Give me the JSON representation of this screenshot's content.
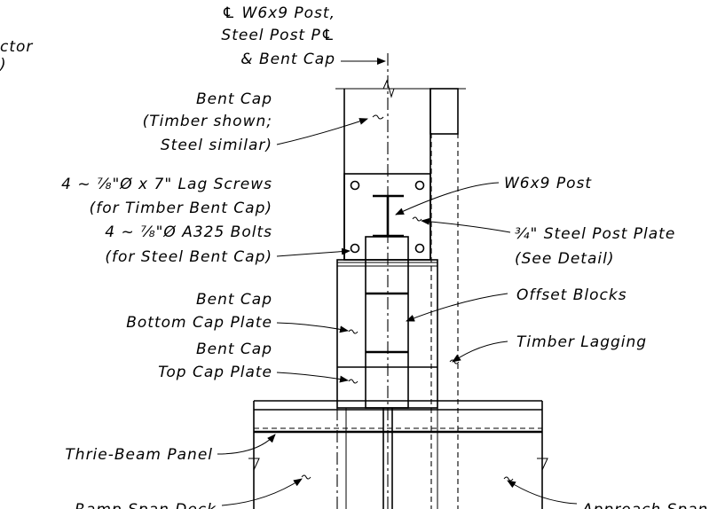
{
  "labels": {
    "top_left_clip_1": "ctor",
    "top_left_clip_2": ")",
    "centerline_1": "℄ W6x9 Post,",
    "centerline_2": "Steel Post P℄",
    "centerline_3": "& Bent Cap",
    "bent_cap_1": "Bent Cap",
    "bent_cap_2": "(Timber shown;",
    "bent_cap_3": "Steel similar)",
    "lag_screws_1": "4 ~ ⅞\"Ø x 7\" Lag Screws",
    "lag_screws_2": "(for Timber Bent Cap)",
    "bolts_1": "4 ~ ⅞\"Ø A325 Bolts",
    "bolts_2": "(for Steel Bent Cap)",
    "w6x9_post": "W6x9 Post",
    "post_plate_1": "¾\" Steel Post Plate",
    "post_plate_2": "(See Detail)",
    "offset_blocks": "Offset Blocks",
    "bottom_cap_1": "Bent Cap",
    "bottom_cap_2": "Bottom Cap Plate",
    "top_cap_1": "Bent Cap",
    "top_cap_2": "Top Cap Plate",
    "timber_lagging": "Timber Lagging",
    "thrie_beam": "Thrie-Beam Panel",
    "ramp_deck": "Ramp Span Deck",
    "approach_span": "Approach Span"
  }
}
